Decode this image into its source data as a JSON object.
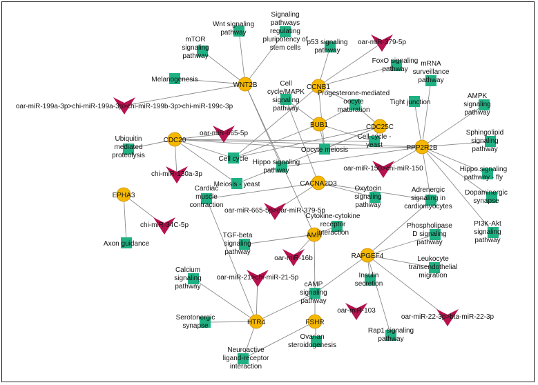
{
  "colors": {
    "gene": "#f5b800",
    "gene_stroke": "#d08a00",
    "pathway": "#1fb083",
    "mirna": "#b5124f",
    "edge": "#8a8a8a",
    "frame": "#222222"
  },
  "genes": [
    {
      "id": "WNT2B",
      "label": "WNT2B"
    },
    {
      "id": "CCNB1",
      "label": "CCNB1"
    },
    {
      "id": "BUB1",
      "label": "BUB1"
    },
    {
      "id": "CDC25C",
      "label": "CDC25C"
    },
    {
      "id": "CDC20",
      "label": "CDC20"
    },
    {
      "id": "PPP2R2B",
      "label": "PPP2R2B"
    },
    {
      "id": "CACNA2D3",
      "label": "CACNA2D3"
    },
    {
      "id": "EPHA3",
      "label": "EPHA3"
    },
    {
      "id": "AMH",
      "label": "AMH"
    },
    {
      "id": "RAPGEF4",
      "label": "RAPGEF4"
    },
    {
      "id": "HTR4",
      "label": "HTR4"
    },
    {
      "id": "FSHR",
      "label": "FSHR"
    }
  ],
  "pathways": [
    {
      "id": "wnt",
      "lines": [
        "Wnt signaling",
        "pathway"
      ]
    },
    {
      "id": "pluri",
      "lines": [
        "Signaling",
        "pathways",
        "regulating",
        "pluripotency of",
        "stem cells"
      ]
    },
    {
      "id": "mtor",
      "lines": [
        "mTOR",
        "signaling",
        "pathway"
      ]
    },
    {
      "id": "melano",
      "lines": [
        "Melanogenesis"
      ]
    },
    {
      "id": "p53",
      "lines": [
        "p53 signaling",
        "pathway"
      ]
    },
    {
      "id": "foxo",
      "lines": [
        "FoxO signaling",
        "pathway"
      ]
    },
    {
      "id": "mrna",
      "lines": [
        "mRNA",
        "surveillance",
        "pathway"
      ]
    },
    {
      "id": "progest",
      "lines": [
        "Progesterone-mediated",
        "oocyte",
        "maturation"
      ]
    },
    {
      "id": "tight",
      "lines": [
        "Tight junction"
      ]
    },
    {
      "id": "cellmapk",
      "lines": [
        "Cell",
        "cycle/MAPK",
        "signaling",
        "pathway"
      ]
    },
    {
      "id": "ampk",
      "lines": [
        "AMPK",
        "signaling",
        "pathway"
      ]
    },
    {
      "id": "ubiq",
      "lines": [
        "Ubiquitin",
        "mediated",
        "proteolysis"
      ]
    },
    {
      "id": "sphingo",
      "lines": [
        "Sphingolipid",
        "signaling",
        "pathway"
      ]
    },
    {
      "id": "oocytemei",
      "lines": [
        "Oocyte meiosis"
      ]
    },
    {
      "id": "cellyeast",
      "lines": [
        "Cell cycle -",
        "yeast"
      ]
    },
    {
      "id": "cellcycle",
      "lines": [
        "Cell cycle"
      ]
    },
    {
      "id": "hippo",
      "lines": [
        "Hippo signaling",
        "pathway"
      ]
    },
    {
      "id": "hippofly",
      "lines": [
        "Hippo signaling",
        "pathway - fly"
      ]
    },
    {
      "id": "meiosisyeast",
      "lines": [
        "Meiosis - yeast"
      ]
    },
    {
      "id": "dopa",
      "lines": [
        "Dopaminergic",
        "synapse"
      ]
    },
    {
      "id": "oxy",
      "lines": [
        "Oxytocin",
        "signaling",
        "pathway"
      ]
    },
    {
      "id": "adren",
      "lines": [
        "Adrenergic",
        "signaling in",
        "cardiomyocytes"
      ]
    },
    {
      "id": "cardiac",
      "lines": [
        "Cardiac",
        "muscle",
        "contraction"
      ]
    },
    {
      "id": "pi3k",
      "lines": [
        "PI3K-Akt",
        "signaling",
        "pathway"
      ]
    },
    {
      "id": "cytok",
      "lines": [
        "Cytokine-cytokine",
        "receptor",
        "interaction"
      ]
    },
    {
      "id": "axon",
      "lines": [
        "Axon guidance"
      ]
    },
    {
      "id": "tgf",
      "lines": [
        "TGF-beta",
        "signaling",
        "pathway"
      ]
    },
    {
      "id": "phosph",
      "lines": [
        "Phospholipase",
        "D signaling",
        "pathway"
      ]
    },
    {
      "id": "leuko",
      "lines": [
        "Leukocyte",
        "transendothelial",
        "migration"
      ]
    },
    {
      "id": "calcium",
      "lines": [
        "Calcium",
        "signaling",
        "pathway"
      ]
    },
    {
      "id": "insulin",
      "lines": [
        "Insulin",
        "secretion"
      ]
    },
    {
      "id": "camp",
      "lines": [
        "cAMP",
        "signaling",
        "pathway"
      ]
    },
    {
      "id": "sero",
      "lines": [
        "Serotonergic",
        "synapse"
      ]
    },
    {
      "id": "rap1",
      "lines": [
        "Rap1 signaling",
        "pathway"
      ]
    },
    {
      "id": "ovarian",
      "lines": [
        "Ovarian",
        "steroidogenesis"
      ]
    },
    {
      "id": "neuro",
      "lines": [
        "Neuroactive",
        "ligand-receptor",
        "interaction"
      ]
    }
  ],
  "mirnas": [
    {
      "id": "m379",
      "label": "oar-miR-379-5p"
    },
    {
      "id": "m199",
      "label": "oar-miR-199a-3p>chi-miR-199a-3p>chi-miR-199b-3p>chi-miR-199c-3p"
    },
    {
      "id": "m665a",
      "label": "oar-miR-665-5p"
    },
    {
      "id": "m130",
      "label": "chi-miR-130a-3p"
    },
    {
      "id": "m150",
      "label": "oar-miR-150>chi-miR-150"
    },
    {
      "id": "m665b",
      "label": "oar-miR-665-5p>oar-miR-379-5p"
    },
    {
      "id": "m34",
      "label": "chi-miR-34C-5p"
    },
    {
      "id": "m16",
      "label": "oar-miR-16b"
    },
    {
      "id": "m21",
      "label": "oar-miR-21>chi-miR-21-5p"
    },
    {
      "id": "m103",
      "label": "oar-miR-103"
    },
    {
      "id": "m22",
      "label": "oar-miR-22-3p>bta-miR-22-3p"
    }
  ],
  "edges": [
    [
      "WNT2B",
      "wnt"
    ],
    [
      "WNT2B",
      "pluri"
    ],
    [
      "WNT2B",
      "mtor"
    ],
    [
      "WNT2B",
      "melano"
    ],
    [
      "WNT2B",
      "m199"
    ],
    [
      "WNT2B",
      "hippo"
    ],
    [
      "CCNB1",
      "p53"
    ],
    [
      "CCNB1",
      "foxo"
    ],
    [
      "CCNB1",
      "m379"
    ],
    [
      "CCNB1",
      "progest"
    ],
    [
      "CCNB1",
      "oocytemei"
    ],
    [
      "CCNB1",
      "cellcycle"
    ],
    [
      "BUB1",
      "cellmapk"
    ],
    [
      "BUB1",
      "cellcycle"
    ],
    [
      "BUB1",
      "oocytemei"
    ],
    [
      "BUB1",
      "cellyeast"
    ],
    [
      "BUB1",
      "progest"
    ],
    [
      "CDC25C",
      "progest"
    ],
    [
      "CDC25C",
      "oocytemei"
    ],
    [
      "CDC25C",
      "cellcycle"
    ],
    [
      "CDC25C",
      "cellyeast"
    ],
    [
      "CDC25C",
      "meiosisyeast"
    ],
    [
      "CDC20",
      "ubiq"
    ],
    [
      "CDC20",
      "cellcycle"
    ],
    [
      "CDC20",
      "m130"
    ],
    [
      "CDC20",
      "oocytemei"
    ],
    [
      "CDC20",
      "cellyeast"
    ],
    [
      "CDC20",
      "meiosisyeast"
    ],
    [
      "CDC20",
      "m665a"
    ],
    [
      "CDC20",
      "PPP2R2B"
    ],
    [
      "PPP2R2B",
      "mrna"
    ],
    [
      "PPP2R2B",
      "tight"
    ],
    [
      "PPP2R2B",
      "ampk"
    ],
    [
      "PPP2R2B",
      "sphingo"
    ],
    [
      "PPP2R2B",
      "hippofly"
    ],
    [
      "PPP2R2B",
      "dopa"
    ],
    [
      "PPP2R2B",
      "pi3k"
    ],
    [
      "PPP2R2B",
      "m150"
    ],
    [
      "PPP2R2B",
      "oocytemei"
    ],
    [
      "PPP2R2B",
      "hippo"
    ],
    [
      "PPP2R2B",
      "adren"
    ],
    [
      "CACNA2D3",
      "cardiac"
    ],
    [
      "CACNA2D3",
      "oxy"
    ],
    [
      "CACNA2D3",
      "adren"
    ],
    [
      "CACNA2D3",
      "m665b"
    ],
    [
      "CACNA2D3",
      "cellmapk"
    ],
    [
      "EPHA3",
      "m34"
    ],
    [
      "EPHA3",
      "axon"
    ],
    [
      "AMH",
      "cytok"
    ],
    [
      "AMH",
      "tgf"
    ],
    [
      "AMH",
      "m16"
    ],
    [
      "AMH",
      "camp"
    ],
    [
      "AMH",
      "WNT2B"
    ],
    [
      "RAPGEF4",
      "phosph"
    ],
    [
      "RAPGEF4",
      "leuko"
    ],
    [
      "RAPGEF4",
      "insulin"
    ],
    [
      "RAPGEF4",
      "camp"
    ],
    [
      "RAPGEF4",
      "rap1"
    ],
    [
      "RAPGEF4",
      "m22"
    ],
    [
      "RAPGEF4",
      "adren"
    ],
    [
      "HTR4",
      "calcium"
    ],
    [
      "HTR4",
      "m21"
    ],
    [
      "HTR4",
      "camp"
    ],
    [
      "HTR4",
      "sero"
    ],
    [
      "HTR4",
      "neuro"
    ],
    [
      "HTR4",
      "cardiac"
    ],
    [
      "FSHR",
      "camp"
    ],
    [
      "FSHR",
      "ovarian"
    ],
    [
      "FSHR",
      "neuro"
    ]
  ]
}
